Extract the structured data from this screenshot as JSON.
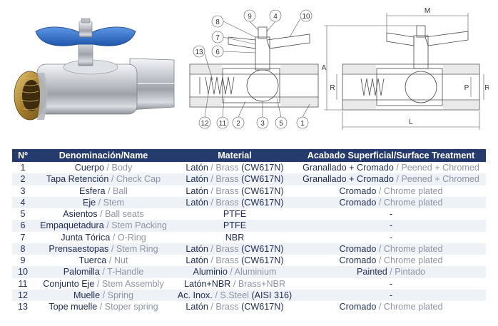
{
  "table": {
    "headers": [
      "Nº",
      "Denominación/Name",
      "Material",
      "Acabado Superficial/Surface Treatment"
    ],
    "rows": [
      {
        "n": "1",
        "es": "Cuerpo",
        "en": "Body",
        "mat_a": "Latón",
        "mat_b": "Brass",
        "mat_c": "(CW617N)",
        "fin_a": "Granallado + Cromado",
        "fin_b": "Peened + Chromed"
      },
      {
        "n": "2",
        "es": "Tapa Retención",
        "en": "Check Cap",
        "mat_a": "Latón",
        "mat_b": "Brass",
        "mat_c": "(CW617N)",
        "fin_a": "Granallado + Cromado",
        "fin_b": "Peened + Chromed"
      },
      {
        "n": "3",
        "es": "Esfera",
        "en": "Ball",
        "mat_a": "Latón",
        "mat_b": "Brass",
        "mat_c": "(CW617N)",
        "fin_a": "Cromado",
        "fin_b": "Chrome plated"
      },
      {
        "n": "4",
        "es": "Eje",
        "en": "Stem",
        "mat_a": "Latón",
        "mat_b": "Brass",
        "mat_c": "(CW617N)",
        "fin_a": "Cromado",
        "fin_b": "Chrome plated"
      },
      {
        "n": "5",
        "es": "Asientos",
        "en": "Ball seats",
        "mat_a": "PTFE",
        "mat_b": "",
        "mat_c": "",
        "fin_a": "-",
        "fin_b": ""
      },
      {
        "n": "6",
        "es": "Empaquetadura",
        "en": "Stem Packing",
        "mat_a": "PTFE",
        "mat_b": "",
        "mat_c": "",
        "fin_a": "-",
        "fin_b": ""
      },
      {
        "n": "7",
        "es": "Junta Tórica",
        "en": "O-Ring",
        "mat_a": "NBR",
        "mat_b": "",
        "mat_c": "",
        "fin_a": "-",
        "fin_b": ""
      },
      {
        "n": "8",
        "es": "Prensaestopas",
        "en": "Stem Ring",
        "mat_a": "Latón",
        "mat_b": "Brass",
        "mat_c": "(CW617N)",
        "fin_a": "Cromado",
        "fin_b": "Chrome plated"
      },
      {
        "n": "9",
        "es": "Tuerca",
        "en": "Nut",
        "mat_a": "Latón",
        "mat_b": "Brass",
        "mat_c": "(CW617N)",
        "fin_a": "Cromado",
        "fin_b": "Chrome plated"
      },
      {
        "n": "10",
        "es": "Palomilla",
        "en": "T-Handle",
        "mat_a": "Aluminio",
        "mat_b": "Aluminium",
        "mat_c": "",
        "fin_a": "Painted",
        "fin_b": "Pintado"
      },
      {
        "n": "11",
        "es": "Conjunto Eje",
        "en": "Stem Assembly",
        "mat_a": "Latón+NBR",
        "mat_b": "Brass+NBR",
        "mat_c": "",
        "fin_a": "-",
        "fin_b": ""
      },
      {
        "n": "12",
        "es": "Muelle",
        "en": "Spring",
        "mat_a": "Ac. Inox.",
        "mat_b": "S.Steel",
        "mat_c": "(AISI 316)",
        "fin_a": "-",
        "fin_b": ""
      },
      {
        "n": "13",
        "es": "Tope muelle",
        "en": "Stoper spring",
        "mat_a": "Latón",
        "mat_b": "Brass",
        "mat_c": "(CW617N)",
        "fin_a": "Cromado",
        "fin_b": "Chrome plated"
      }
    ]
  },
  "drawing": {
    "callouts": [
      "8",
      "9",
      "4",
      "10",
      "7",
      "6",
      "13",
      "12",
      "11",
      "2",
      "3",
      "5",
      "1"
    ],
    "dimensions": [
      "M",
      "A",
      "R",
      "P",
      "R",
      "L"
    ]
  },
  "colors": {
    "header_bg": "#253a6d",
    "header_text": "#ffffff",
    "text_main": "#1f2d55",
    "text_english": "#8e95a6",
    "handle_blue": "#2f6fcf",
    "body_chrome": "#c9ccd1",
    "thread_brass": "#c9a24a"
  },
  "icons": [
    "valve-photo",
    "section-drawing",
    "dimension-drawing"
  ]
}
